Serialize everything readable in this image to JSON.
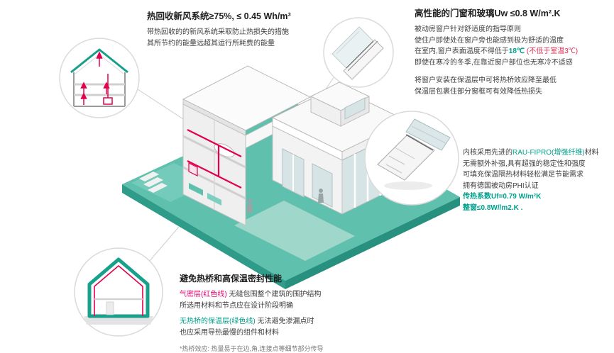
{
  "colors": {
    "teal_accent": "#00a08b",
    "ground_teal": "#5fc0ad",
    "duct_red": "#e3004f",
    "note_red": "#e32a4f",
    "airtight_magenta": "#e5006e"
  },
  "heat_recovery": {
    "title": "热回收新风系统≥75%, ≤ 0.45 Wh/m³",
    "line1": "带热回收的的新风系统采取防止热损失的措施",
    "line2": "其所节约的能量远超其运行所耗费的能量"
  },
  "windows": {
    "title": "高性能的门窗和玻璃Uw ≤0.8 W/m².K",
    "p1l1": "被动房窗户针对舒适度的指导原则",
    "p1l2": "使住户即使处在窗户旁也能感到极为舒适的温度",
    "p1l3_pre": "在室内,窗户表面温度不得低于",
    "p1l3_temp": "18℃",
    "p1l3_note": " (不低于室温3℃)",
    "p1l4": "即使在寒冷的冬季,在靠近窗户部位也无寒冷不适感",
    "p2l1": "将窗户安装在保温层中可将热桥效应降至最低",
    "p2l2": "保温层包裹住部分窗框可有效降低热损失"
  },
  "frame_profile": {
    "l1_pre": "内核采用先进的",
    "l1_hl": "RAU-FIPRO(增强纤维)",
    "l1_post": "材料",
    "l2": "无需额外补强,具有超强的稳定性和强度",
    "l3": "可填充保温隔热材料轻松满足节能需求",
    "l4": "拥有德国被动房PHI认证",
    "l5": "传热系数Uf=0.79 W/m²K",
    "l6": "整窗≤0.8W//m2.K ."
  },
  "thermal_bridge": {
    "title": "避免热桥和高保温密封性能",
    "airtight_label": "气密层(红色线)",
    "airtight_rest": " 无缝包围整个建筑的围护结构",
    "airtight_line2": "所选用材料和节点应在设计阶段明确",
    "insulation_label": "无热桥的保温层(绿色线)",
    "insulation_rest": " 无法避免渗漏点时",
    "insulation_line2": "也应采用导热最慢的组件和材料",
    "footnote": "*热桥效应: 热量易于在边,角,连接点等细节部分传导"
  }
}
